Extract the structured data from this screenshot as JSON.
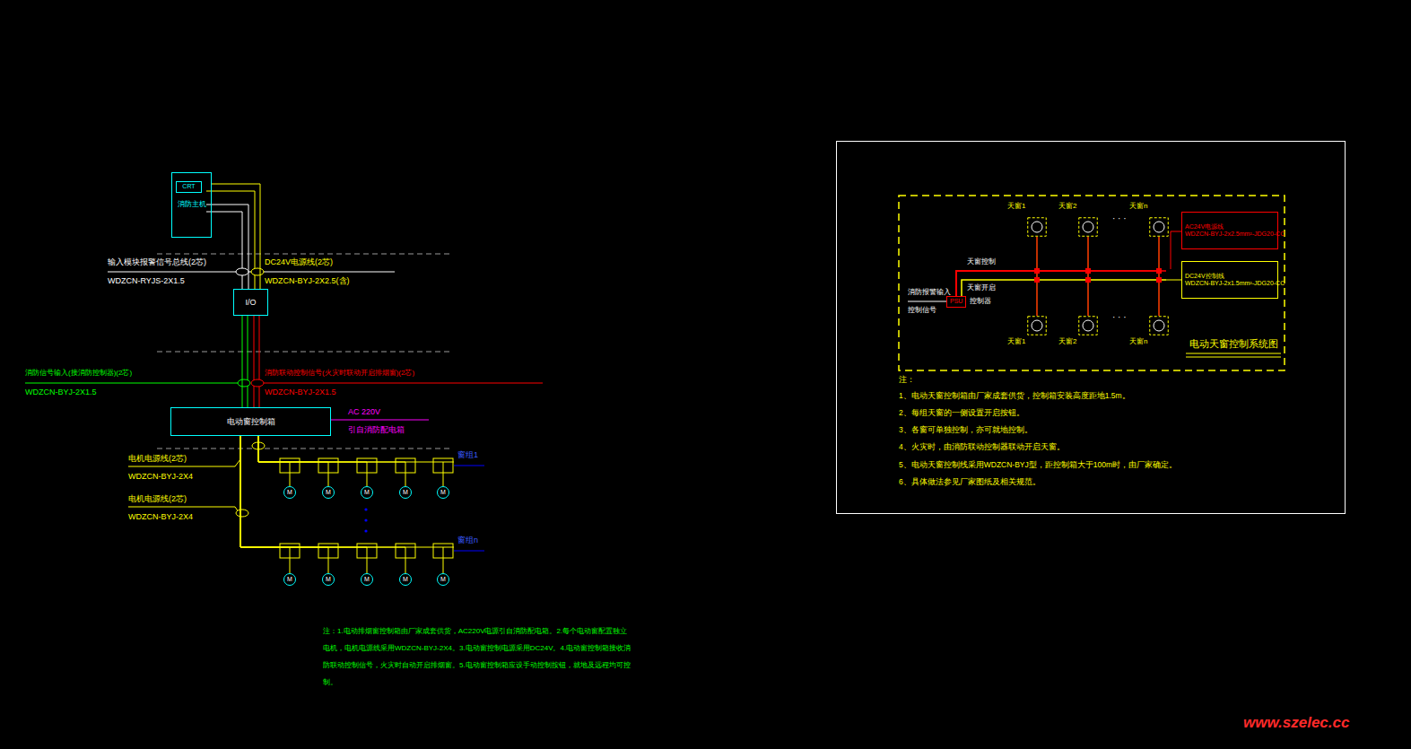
{
  "diagram": {
    "title": "电动天窗控制系统图",
    "nodes": [
      {
        "text": [
          "消防主机"
        ]
      },
      {
        "text": [
          "CRT"
        ],
        "in": 0
      },
      {
        "text": [
          "I/O"
        ]
      },
      {
        "text": [
          "电动窗控制箱"
        ]
      },
      {
        "text": [
          "M"
        ]
      },
      {
        "text": [
          "M"
        ]
      },
      {
        "text": [
          "M"
        ]
      },
      {
        "text": [
          "M"
        ]
      },
      {
        "text": [
          "M"
        ]
      },
      {
        "text": [
          "M"
        ]
      },
      {
        "text": [
          "M"
        ]
      },
      {
        "text": [
          "M"
        ]
      },
      {
        "text": [
          "M"
        ]
      },
      {
        "text": [
          "M"
        ]
      },
      {
        "text": [
          "天窗1"
        ]
      },
      {
        "text": [
          "天窗2"
        ]
      },
      {
        "text": [
          "天窗n"
        ]
      },
      {
        "text": [
          "天窗1"
        ]
      },
      {
        "text": [
          "天窗2"
        ]
      },
      {
        "text": [
          "天窗n"
        ]
      },
      {
        "text": [
          "PSU"
        ]
      },
      {
        "text": [
          "AC24V电源线",
          "WDZCN-BYJ-2x2.5mm²-JDG20-CC"
        ]
      },
      {
        "text": [
          "DC24V控制线",
          "WDZCN-BYJ-2x1.5mm²-JDG20-CC"
        ]
      }
    ],
    "edges": [
      {
        "from": 0,
        "to": 2,
        "arrow": "none"
      },
      {
        "from": 2,
        "to": 3,
        "arrow": "none"
      },
      {
        "from": 3,
        "to": 4,
        "arrow": "none"
      },
      {
        "from": 3,
        "to": 5,
        "arrow": "none"
      },
      {
        "from": 3,
        "to": 6,
        "arrow": "none"
      },
      {
        "from": 3,
        "to": 7,
        "arrow": "none"
      },
      {
        "from": 3,
        "to": 8,
        "arrow": "none"
      },
      {
        "from": 3,
        "to": 9,
        "arrow": "none"
      },
      {
        "from": 3,
        "to": 10,
        "arrow": "none"
      },
      {
        "from": 3,
        "to": 11,
        "arrow": "none"
      },
      {
        "from": 3,
        "to": 12,
        "arrow": "none"
      },
      {
        "from": 3,
        "to": 13,
        "arrow": "none"
      },
      {
        "from": 20,
        "to": 14,
        "arrow": "none"
      },
      {
        "from": 20,
        "to": 15,
        "arrow": "none"
      },
      {
        "from": 20,
        "to": 16,
        "arrow": "none"
      },
      {
        "from": 20,
        "to": 17,
        "arrow": "none"
      },
      {
        "from": 20,
        "to": 18,
        "arrow": "none"
      },
      {
        "from": 20,
        "to": 19,
        "arrow": "none"
      }
    ],
    "labels": [
      "输入模块报警信号总线(2芯)",
      "WDZCN-RYJS-2X1.5",
      "DC24V电源线(2芯)",
      "WDZCN-BYJ-2X2.5(含)",
      "消防信号输入(接消防控制器)(2芯)",
      "WDZCN-BYJ-2X1.5",
      "消防联动控制信号(火灾时联动开启排烟窗)(2芯)",
      "WDZCN-BYJ-2X1.5",
      "AC 220V",
      "引自消防配电箱",
      "电机电源线(2芯)",
      "WDZCN-BYJ-2X4",
      "电机电源线(2芯)",
      "WDZCN-BYJ-2X4",
      "窗组1",
      "窗组n",
      "注：1.电动排烟窗控制箱由厂家成套供货，AC220V电源引自消防配电箱。2.每个电动窗配置独立电机，电机电源线采用WDZCN-BYJ-2X4。3.电动窗控制电源采用DC24V。4.电动窗控制箱接收消防联动控制信号，火灾时自动开启排烟窗。5.电动窗控制箱应设手动控制按钮，就地及远程均可控制。",
      "天窗控制",
      "天窗开启",
      "消防报警输入",
      "控制信号",
      "控制器",
      "· · ·",
      "· · ·",
      "注：",
      "1、电动天窗控制箱由厂家成套供货，控制箱安装高度距地1.5m。",
      "2、每组天窗的一侧设置开启按钮。",
      "3、各窗可单独控制，亦可就地控制。",
      "4、火灾时，由消防联动控制器联动开启天窗。",
      "5、电动天窗控制线采用WDZCN-BYJ型，距控制箱大于100m时，由厂家确定。",
      "6、具体做法参见厂家图纸及相关规范。",
      "www.szelec.cc"
    ]
  }
}
